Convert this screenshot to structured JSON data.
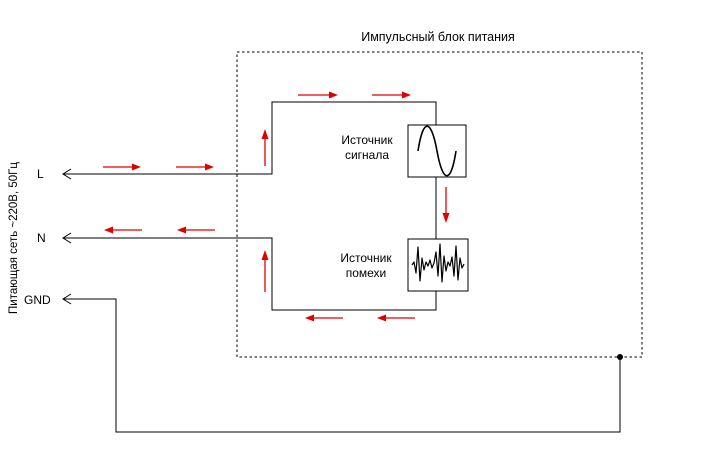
{
  "title": "Импульсный блок питания",
  "mains_label": "Питающая сеть ~220В, 50Гц",
  "terminals": {
    "L": "L",
    "N": "N",
    "GND": "GND"
  },
  "signal_source": {
    "line1": "Источник",
    "line2": "сигнала",
    "waveform_icon": "sine-wave-icon"
  },
  "noise_source": {
    "line1": "Источник",
    "line2": "помехи",
    "waveform_icon": "noise-burst-icon"
  },
  "colors": {
    "current_arrows": "#e00000",
    "wires": "#000000"
  }
}
